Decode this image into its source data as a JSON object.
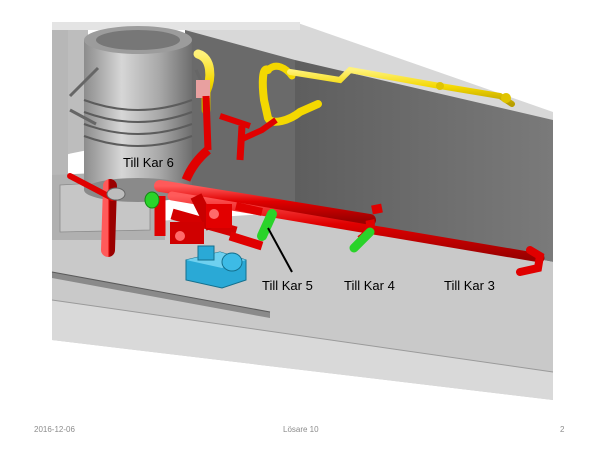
{
  "callouts": {
    "kar6": "Till Kar 6",
    "kar5": "Till Kar 5",
    "kar4": "Till Kar 4",
    "kar3": "Till Kar 3"
  },
  "footer": {
    "date": "2016-12-06",
    "title": "Lösare 10",
    "page": "2"
  },
  "colors": {
    "pipe_red": "#e00000",
    "pipe_yellow": "#f4d800",
    "valve_green": "#2ad32a",
    "pump_blue": "#2aa9d6",
    "floor_gray": "#c9c9c9",
    "wall_gray": "#6b6b6b"
  }
}
